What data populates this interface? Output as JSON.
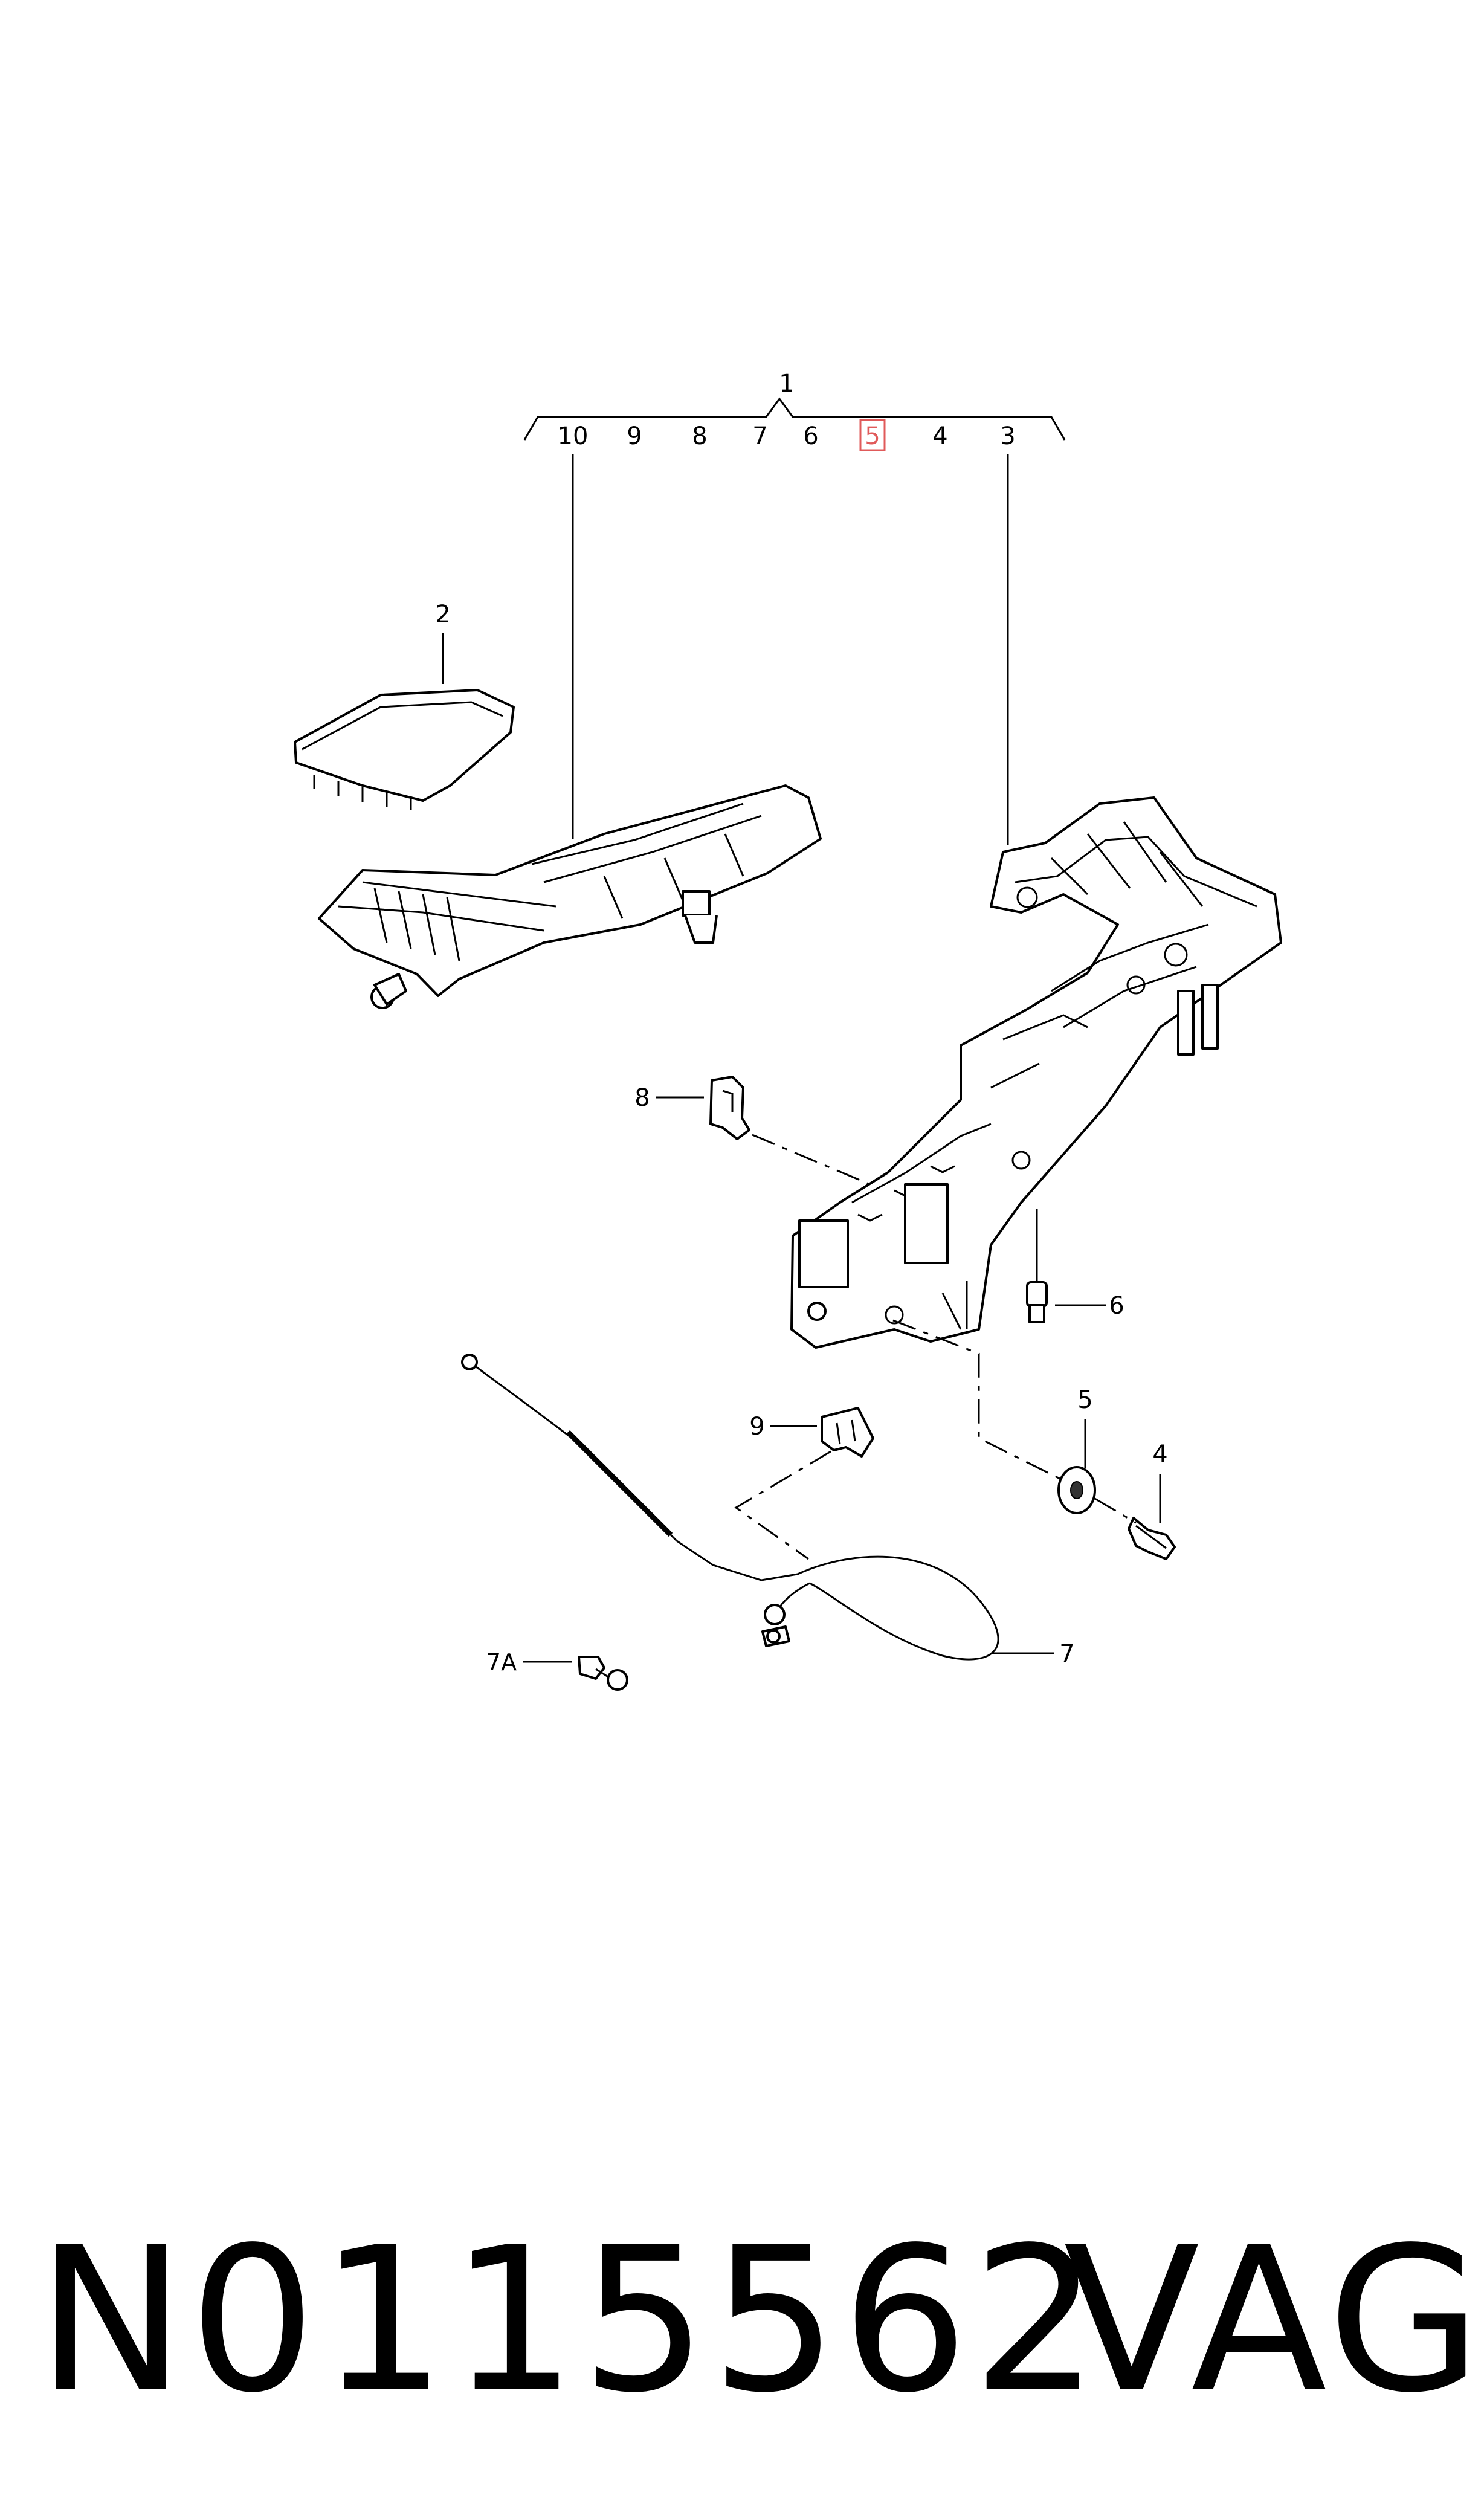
{
  "labels": {
    "l1": "1",
    "l2": "2",
    "l3": "3",
    "l4": "4",
    "l5": "5",
    "l6": "6",
    "l7": "7",
    "l7a": "7A",
    "l8": "8",
    "l9": "9",
    "l10": "10"
  },
  "highlight_color": "#e05a5a",
  "footer": {
    "code": "N0115562",
    "brand": "VAG"
  }
}
